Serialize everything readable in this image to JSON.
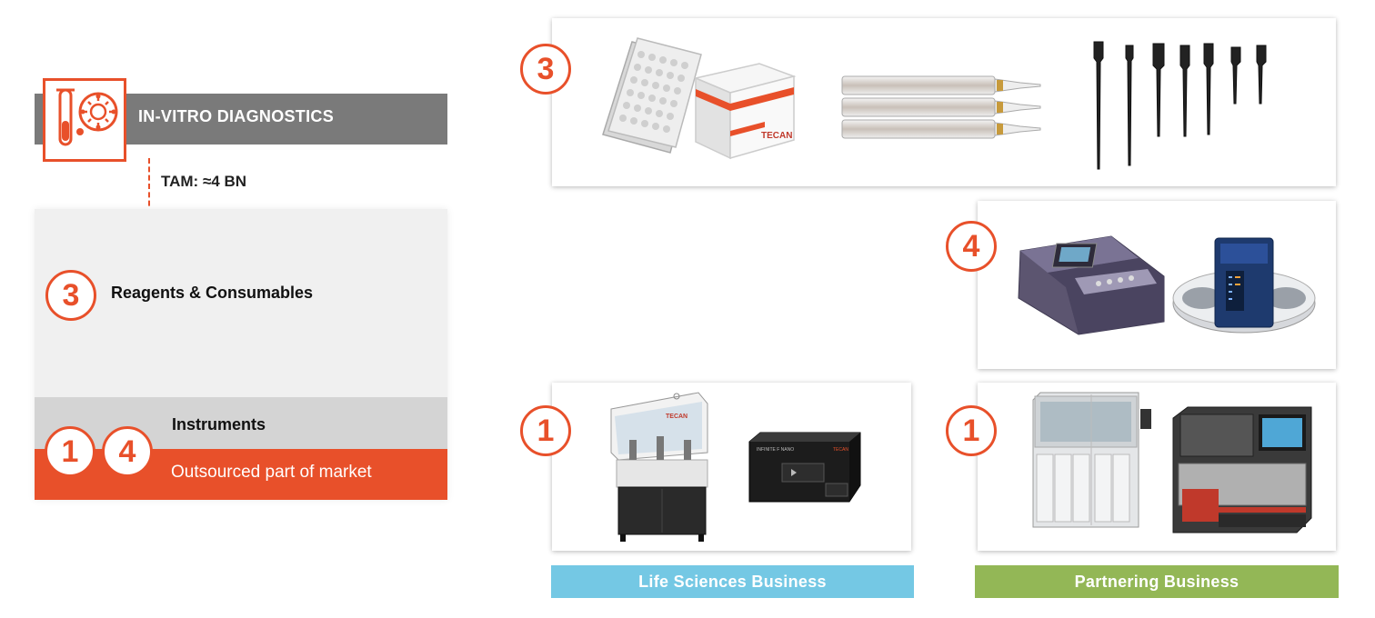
{
  "ivd": {
    "title": "IN-VITRO DIAGNOSTICS",
    "tam": "TAM: ≈4 BN",
    "icon": "test-tube-virus-icon"
  },
  "segments": {
    "reagents": {
      "number": "3",
      "label": "Reagents & Consumables"
    },
    "instruments": {
      "label": "Instruments"
    },
    "outsourced": {
      "numbers": [
        "1",
        "4"
      ],
      "label": "Outsourced part of market"
    }
  },
  "panels": {
    "consumables": {
      "number": "3"
    },
    "partner_instruments_small": {
      "number": "4"
    },
    "life_sciences_instruments": {
      "number": "1",
      "logo_text": "TECAN",
      "reader_label": "INFINITE F NANO"
    },
    "partnering_instruments": {
      "number": "1"
    }
  },
  "consumables_logo": "TECAN",
  "business": {
    "life_sciences": "Life Sciences Business",
    "partnering": "Partnering Business"
  },
  "colors": {
    "accent": "#e8502a",
    "grey_header": "#7a7a7a",
    "life_sciences": "#74c8e4",
    "partnering": "#93b756"
  }
}
